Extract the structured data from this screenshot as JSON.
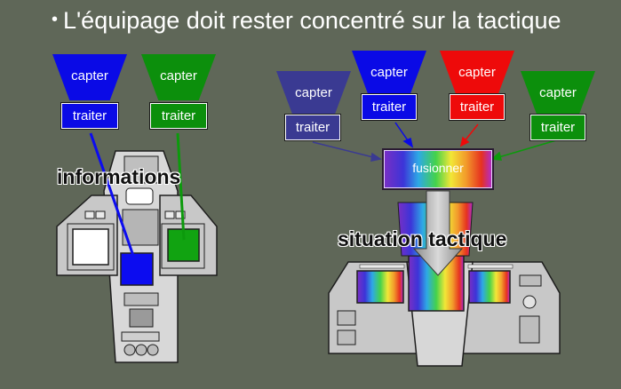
{
  "title": "L'équipage doit rester concentré sur la tactique",
  "bullet": "•",
  "left": {
    "blocks": [
      {
        "capter": "capter",
        "traiter": "traiter",
        "color": "#0a0ae6"
      },
      {
        "capter": "capter",
        "traiter": "traiter",
        "color": "#0c8f0c"
      }
    ],
    "overlay_label": "informations"
  },
  "right": {
    "blocks": [
      {
        "capter": "capter",
        "traiter": "traiter",
        "color": "#3a3a92"
      },
      {
        "capter": "capter",
        "traiter": "traiter",
        "color": "#0a0ae6"
      },
      {
        "capter": "capter",
        "traiter": "traiter",
        "color": "#ee0a0a"
      },
      {
        "capter": "capter",
        "traiter": "traiter",
        "color": "#0c8f0c"
      }
    ],
    "fusion_label": "fusionner",
    "overlay_label": "situation tactique"
  }
}
